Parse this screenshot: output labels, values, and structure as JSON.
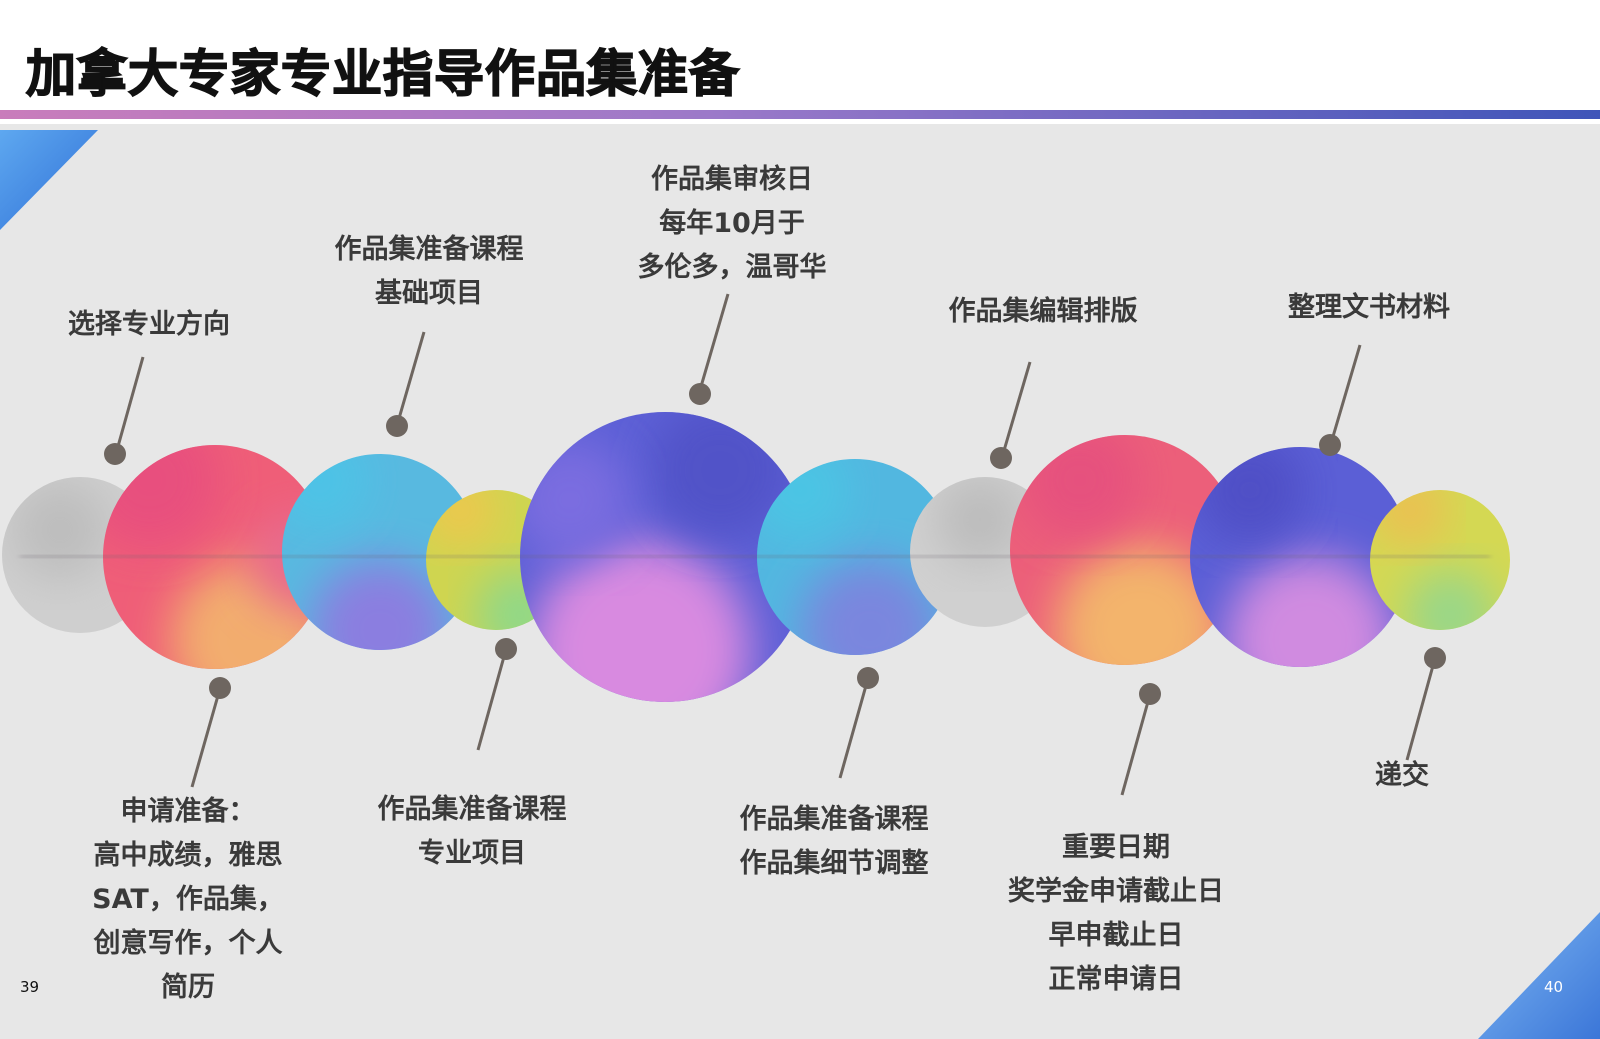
{
  "title": "加拿大专家专业指导作品集准备",
  "page_left": "39",
  "page_right": "40",
  "colors": {
    "accent_left": "#c97cbb",
    "accent_right": "#3f55b9",
    "canvas": "#e7e7e7",
    "text": "#3a3a3a",
    "pin": "#6e6660"
  },
  "labels": [
    {
      "id": "direction",
      "lines": [
        "选择专业方向"
      ]
    },
    {
      "id": "basic-course",
      "lines": [
        "作品集准备课程",
        "基础项目"
      ]
    },
    {
      "id": "review-day",
      "lines": [
        "作品集审核日",
        "每年10月于",
        "多伦多，温哥华"
      ]
    },
    {
      "id": "layout",
      "lines": [
        "作品集编辑排版"
      ]
    },
    {
      "id": "documents",
      "lines": [
        "整理文书材料"
      ]
    },
    {
      "id": "application-prep",
      "lines": [
        "申请准备：",
        "高中成绩，雅思",
        "SAT，作品集，",
        "创意写作，个人",
        "简历"
      ]
    },
    {
      "id": "major-course",
      "lines": [
        "作品集准备课程",
        "专业项目"
      ]
    },
    {
      "id": "detail-course",
      "lines": [
        "作品集准备课程",
        "作品集细节调整"
      ]
    },
    {
      "id": "dates",
      "lines": [
        "重要日期",
        "奖学金申请截止日",
        "早申截止日",
        "正常申请日"
      ]
    },
    {
      "id": "submit",
      "lines": [
        "递交"
      ]
    }
  ]
}
